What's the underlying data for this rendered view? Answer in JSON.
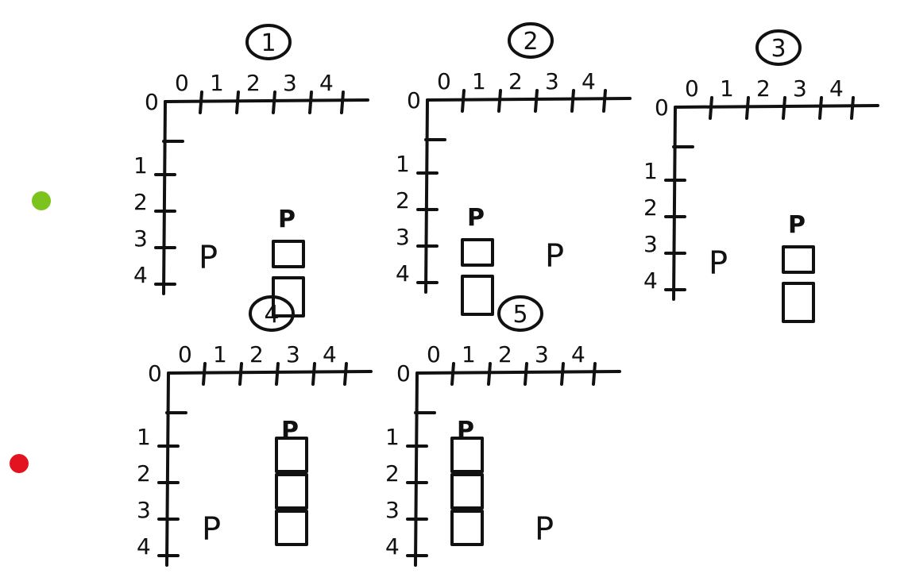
{
  "status_dots": [
    {
      "color": "#7dc31e"
    },
    {
      "color": "#e3131f"
    }
  ],
  "x_ticks": [
    "0",
    "1",
    "2",
    "3",
    "4"
  ],
  "y_ticks": [
    "1",
    "2",
    "3",
    "4"
  ],
  "panels": [
    {
      "label": "1",
      "flag_col": 3,
      "flag_row": 2,
      "stack_col": 3,
      "stack_rows": [
        3,
        4
      ],
      "p_col": 1,
      "p_row": 4
    },
    {
      "label": "2",
      "flag_col": 1,
      "flag_row": 2,
      "stack_col": 1,
      "stack_rows": [
        3,
        4
      ],
      "p_col": 3,
      "p_row": 4
    },
    {
      "label": "3",
      "flag_col": 3,
      "flag_row": 2,
      "stack_col": 3,
      "stack_rows": [
        3,
        4
      ],
      "p_col": 1,
      "p_row": 4
    },
    {
      "label": "4",
      "flag_col": 3,
      "flag_row": 1,
      "stack_col": 3,
      "stack_rows": [
        2,
        3,
        4
      ],
      "p_col": 1,
      "p_row": 4
    },
    {
      "label": "5",
      "flag_col": 1,
      "flag_row": 1,
      "stack_col": 1,
      "stack_rows": [
        2,
        3,
        4
      ],
      "p_col": 3,
      "p_row": 4
    }
  ]
}
